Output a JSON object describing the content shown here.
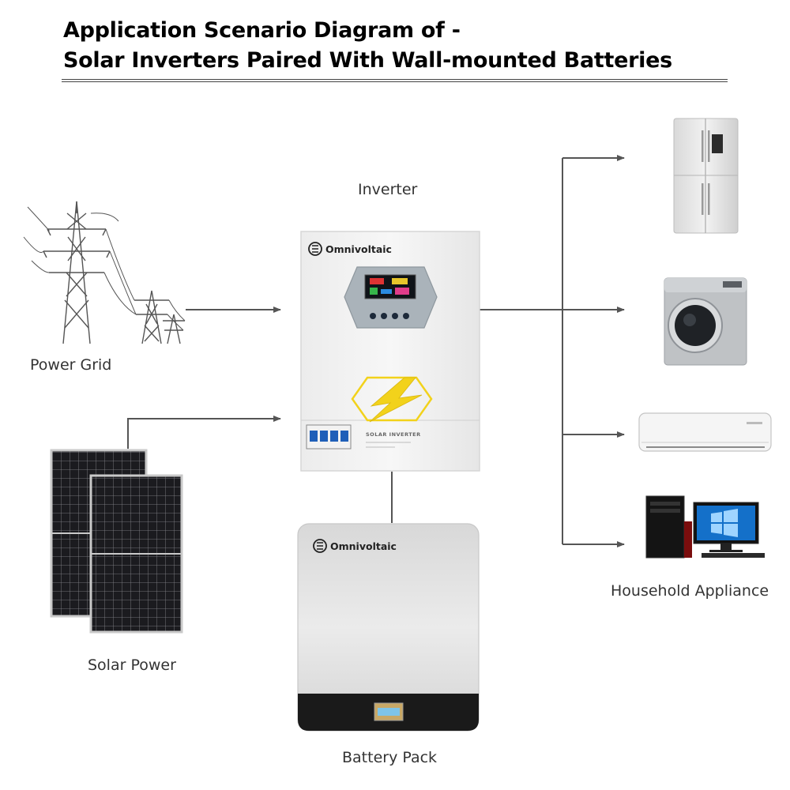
{
  "title": {
    "line1": "Application Scenario Diagram of -",
    "line2": "Solar Inverters Paired With Wall-mounted Batteries"
  },
  "nodes": {
    "inverter_label": "Inverter",
    "power_grid_label": "Power Grid",
    "solar_power_label": "Solar Power",
    "battery_pack_label": "Battery Pack",
    "household_appliance_label": "Household Appliance"
  },
  "inverter": {
    "brand": "Omnivoltaic",
    "panel_text": "SOLAR INVERTER"
  },
  "battery": {
    "brand": "Omnivoltaic"
  },
  "colors": {
    "arrow": "#555555",
    "inverter_body": "#f3f3f3",
    "display_bezel": "#aab3ba",
    "lightning": "#f2d21b",
    "battery_body": "#e2e2e2",
    "battery_base": "#1a1a1a",
    "panel_cell": "#1b1b1f"
  }
}
